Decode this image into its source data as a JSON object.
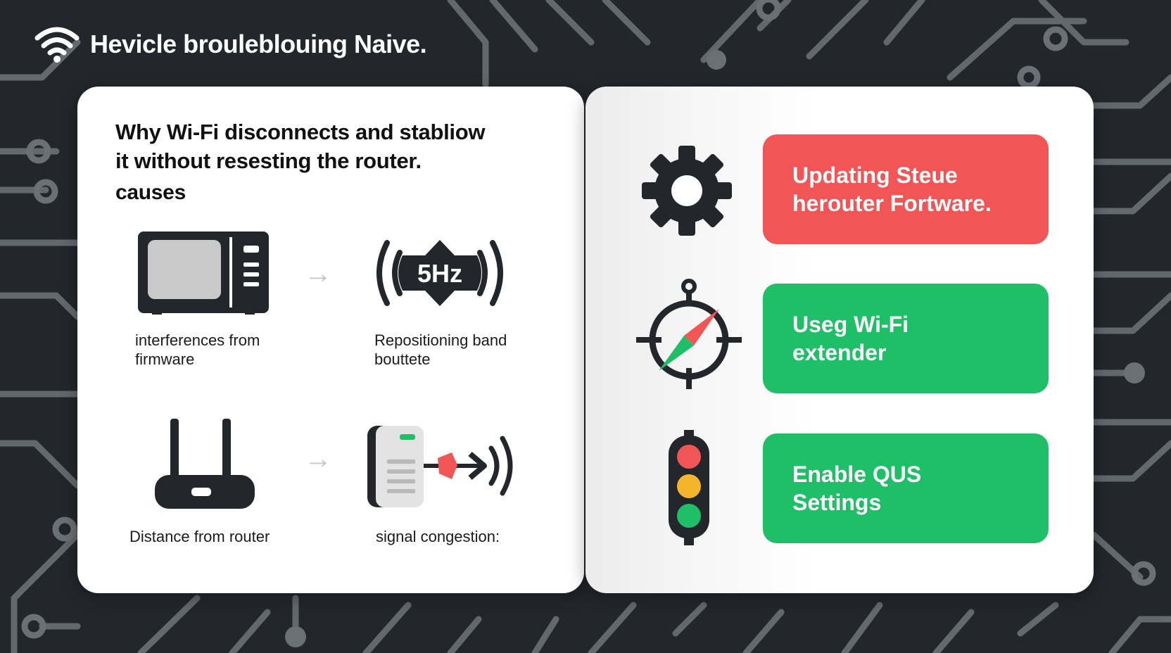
{
  "colors": {
    "background": "#23272c",
    "circuit": "#6b7077",
    "card": "#ffffff",
    "action_red": "#f25555",
    "action_green": "#1fbf67",
    "icon_dark": "#23272c"
  },
  "header": {
    "icon": "wifi-icon",
    "title": "Hevicle brouleblouing Naive."
  },
  "causes_card": {
    "intro": {
      "line1": "Why Wi-Fi disconnects and stabliow",
      "line2": "it without resesting the router.",
      "line3": "causes"
    },
    "items": [
      {
        "icon": "microwave-icon",
        "label_line1": "interferences from",
        "label_line2": "firmware"
      },
      {
        "icon": "5ghz-band-icon",
        "icon_text": "5Hz",
        "label_line1": "Repositioning band",
        "label_line2": "bouttete"
      },
      {
        "icon": "router-icon",
        "label_line1": "Distance from router",
        "label_line2": ""
      },
      {
        "icon": "signal-congestion-icon",
        "label_line1": "signal congestion:",
        "label_line2": ""
      }
    ],
    "arrow_glyph": "→"
  },
  "actions_card": {
    "items": [
      {
        "icon": "gear-icon",
        "color": "red",
        "line1": "Updating Steue",
        "line2": "herouter Fortware."
      },
      {
        "icon": "compass-icon",
        "color": "green",
        "line1": "Useg Wi-Fi",
        "line2": "extender"
      },
      {
        "icon": "traffic-light-icon",
        "color": "green",
        "line1": "Enable QUS",
        "line2": "Settings"
      }
    ]
  }
}
